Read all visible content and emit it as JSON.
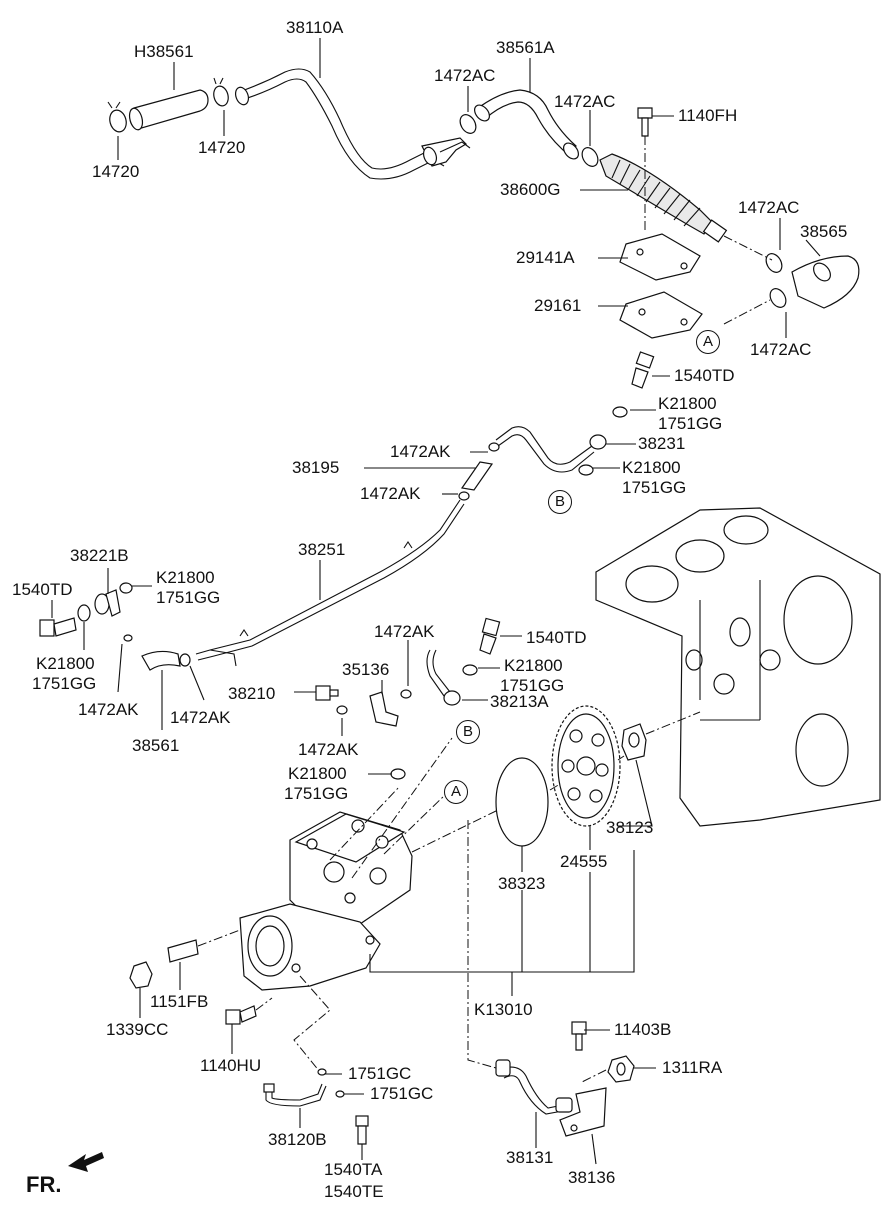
{
  "labels": {
    "h38561": "H38561",
    "p38110a": "38110A",
    "p38561a": "38561A",
    "p14720_left": "14720",
    "p14720_mid": "14720",
    "p1472ac_a": "1472AC",
    "p1472ac_b": "1472AC",
    "p1140fh": "1140FH",
    "p38600g": "38600G",
    "p1472ac_c": "1472AC",
    "p38565": "38565",
    "p29141a": "29141A",
    "p29161": "29161",
    "p1472ac_d": "1472AC",
    "p1540td_a": "1540TD",
    "pk21800_a": "K21800",
    "p1751gg_a": "1751GG",
    "p1472ak_a": "1472AK",
    "p38231": "38231",
    "p38195": "38195",
    "pk21800_b": "K21800",
    "p1751gg_b": "1751GG",
    "p1472ak_b": "1472AK",
    "p38221b": "38221B",
    "p38251": "38251",
    "p1540td_b": "1540TD",
    "pk21800_c": "K21800",
    "p1751gg_c": "1751GG",
    "pk21800_d": "K21800",
    "p1751gg_d": "1751GG",
    "p1472ak_c": "1472AK",
    "p1472ak_d": "1472AK",
    "p38561": "38561",
    "p1472ak_e": "1472AK",
    "p1540td_c": "1540TD",
    "pk21800_e": "K21800",
    "p1751gg_e": "1751GG",
    "p35136": "35136",
    "p38210": "38210",
    "p38213a": "38213A",
    "p1472ak_f": "1472AK",
    "pk21800_f": "K21800",
    "p1751gg_f": "1751GG",
    "p38123": "38123",
    "p38323": "38323",
    "p24555": "24555",
    "p1151fb": "1151FB",
    "p1339cc": "1339CC",
    "pk13010": "K13010",
    "p1140hu": "1140HU",
    "p11403b": "11403B",
    "p1311ra": "1311RA",
    "p1751gc_a": "1751GC",
    "p1751gc_b": "1751GC",
    "p38120b": "38120B",
    "p38131": "38131",
    "p38136": "38136",
    "p1540ta": "1540TA",
    "p1540te": "1540TE"
  },
  "markers": {
    "a_top": "A",
    "b_mid": "B",
    "b_low": "B",
    "a_low": "A"
  },
  "direction": {
    "label": "FR."
  }
}
